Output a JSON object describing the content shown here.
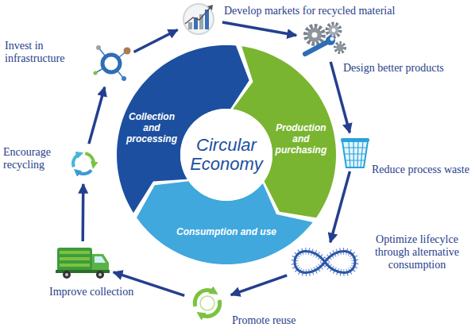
{
  "diagram": {
    "nodes": [
      {
        "text": [
          "Develop markets for recycled material"
        ]
      },
      {
        "text": [
          "Design better products"
        ]
      },
      {
        "text": [
          "Reduce process waste"
        ]
      },
      {
        "text": [
          "Optimize lifecylce through alternative consumption"
        ]
      },
      {
        "text": [
          "Promote reuse"
        ]
      },
      {
        "text": [
          "Improve collection"
        ]
      },
      {
        "text": [
          "Encourage recycling"
        ]
      },
      {
        "text": [
          "Invest in infrastructure"
        ]
      },
      {
        "text": [
          "Collection and processing"
        ]
      },
      {
        "text": [
          "Production and purchasing"
        ]
      },
      {
        "text": [
          "Consumption and use"
        ]
      },
      {
        "text": [
          "Circular Economy"
        ]
      }
    ],
    "edges": [
      {
        "from": 0,
        "to": 1,
        "arrow": "to"
      },
      {
        "from": 1,
        "to": 2,
        "arrow": "to"
      },
      {
        "from": 2,
        "to": 3,
        "arrow": "to"
      },
      {
        "from": 3,
        "to": 4,
        "arrow": "to"
      },
      {
        "from": 4,
        "to": 5,
        "arrow": "to"
      },
      {
        "from": 5,
        "to": 6,
        "arrow": "to"
      },
      {
        "from": 6,
        "to": 7,
        "arrow": "to"
      },
      {
        "from": 7,
        "to": 0,
        "arrow": "to"
      }
    ]
  }
}
